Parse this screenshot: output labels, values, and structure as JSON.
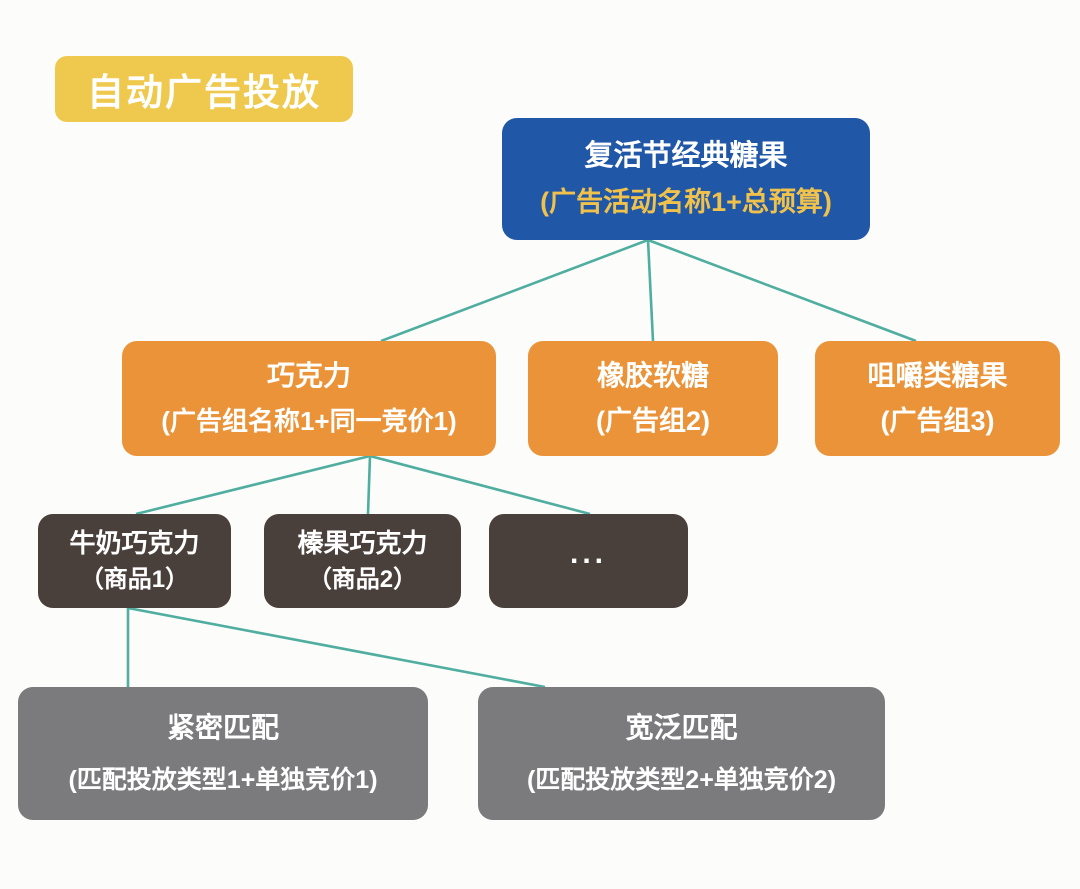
{
  "badge": {
    "label": "自动广告投放"
  },
  "tree": {
    "campaign": {
      "title": "复活节经典糖果",
      "subtitle": "(广告活动名称1+总预算)"
    },
    "ad_groups": [
      {
        "title": "巧克力",
        "subtitle": "(广告组名称1+同一竞价1)"
      },
      {
        "title": "橡胶软糖",
        "subtitle": "(广告组2)"
      },
      {
        "title": "咀嚼类糖果",
        "subtitle": "(广告组3)"
      }
    ],
    "products": [
      {
        "title": "牛奶巧克力",
        "subtitle": "（商品1）"
      },
      {
        "title": "榛果巧克力",
        "subtitle": "（商品2）"
      },
      {
        "title": "..."
      }
    ],
    "match_types": [
      {
        "title": "紧密匹配",
        "subtitle": "(匹配投放类型1+单独竞价1)"
      },
      {
        "title": "宽泛匹配",
        "subtitle": "(匹配投放类型2+单独竞价2)"
      }
    ],
    "edges": [
      {
        "from": "campaign",
        "to": "ad_group_1"
      },
      {
        "from": "campaign",
        "to": "ad_group_2"
      },
      {
        "from": "campaign",
        "to": "ad_group_3"
      },
      {
        "from": "ad_group_1",
        "to": "product_1"
      },
      {
        "from": "ad_group_1",
        "to": "product_2"
      },
      {
        "from": "ad_group_1",
        "to": "product_3"
      },
      {
        "from": "product_1",
        "to": "match_type_1"
      },
      {
        "from": "product_1",
        "to": "match_type_2"
      }
    ]
  },
  "colors": {
    "badge_yellow": "#efc94d",
    "campaign_blue": "#2057a7",
    "campaign_subtitle_gold": "#f0c24b",
    "ad_group_orange": "#eb9338",
    "product_dark_brown": "#493f3b",
    "match_gray": "#7b7a7d",
    "connector_teal": "#4fae9f",
    "background": "#fcfcfa"
  }
}
